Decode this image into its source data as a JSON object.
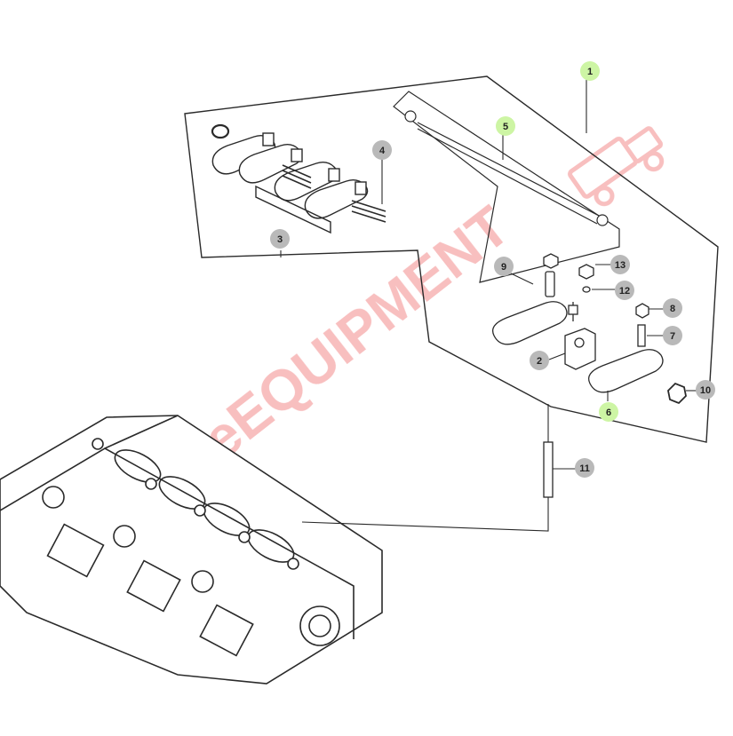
{
  "watermark": {
    "text": "eEQUIPMENT",
    "color": "#f28b8b"
  },
  "colors": {
    "line": "#2a2a2a",
    "callout_highlight": "#cdf5a4",
    "callout_default": "#b9b9b9"
  },
  "callouts": [
    {
      "id": "1",
      "label": "1",
      "highlight": true
    },
    {
      "id": "2",
      "label": "2",
      "highlight": false
    },
    {
      "id": "3",
      "label": "3",
      "highlight": false
    },
    {
      "id": "4",
      "label": "4",
      "highlight": false
    },
    {
      "id": "5",
      "label": "5",
      "highlight": true
    },
    {
      "id": "6",
      "label": "6",
      "highlight": true
    },
    {
      "id": "7",
      "label": "7",
      "highlight": false
    },
    {
      "id": "8",
      "label": "8",
      "highlight": false
    },
    {
      "id": "9",
      "label": "9",
      "highlight": false
    },
    {
      "id": "10",
      "label": "10",
      "highlight": false
    },
    {
      "id": "11",
      "label": "11",
      "highlight": false
    },
    {
      "id": "12",
      "label": "12",
      "highlight": false
    },
    {
      "id": "13",
      "label": "13",
      "highlight": false
    }
  ]
}
